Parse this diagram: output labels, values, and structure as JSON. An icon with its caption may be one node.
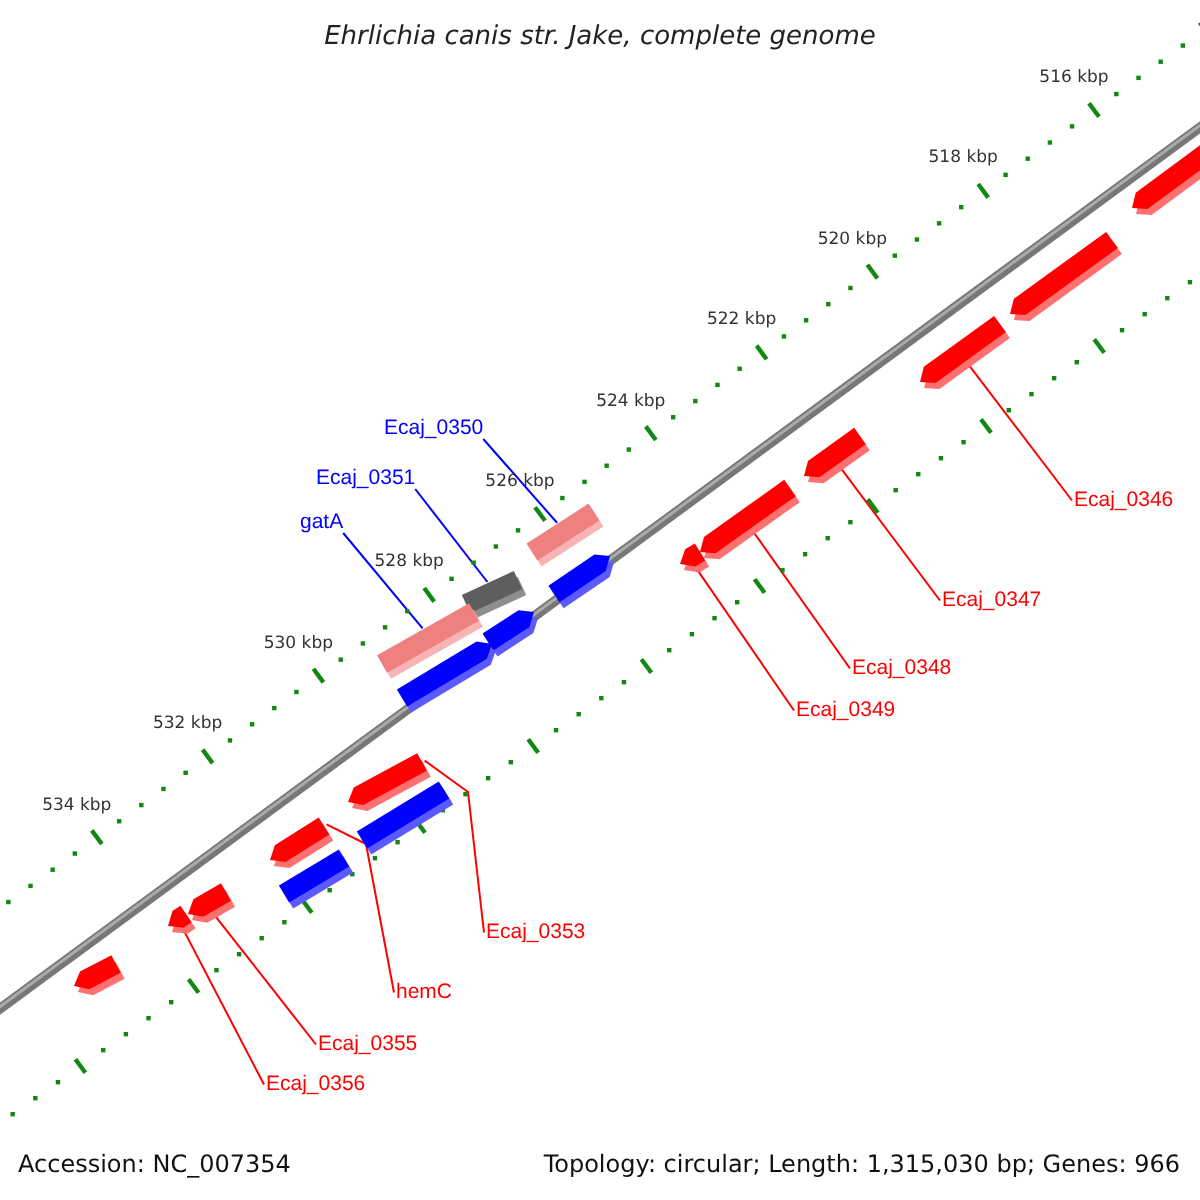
{
  "diagram": {
    "title": "Ehrlichia canis str. Jake, complete genome",
    "nodes": [
      {
        "text": [
          "Ecaj_0350"
        ]
      },
      {
        "text": [
          "Ecaj_0351"
        ]
      },
      {
        "text": [
          "gatA"
        ]
      },
      {
        "text": [
          "Ecaj_0346"
        ]
      },
      {
        "text": [
          "Ecaj_0347"
        ]
      },
      {
        "text": [
          "Ecaj_0348"
        ]
      },
      {
        "text": [
          "Ecaj_0349"
        ]
      },
      {
        "text": [
          "Ecaj_0353"
        ]
      },
      {
        "text": [
          "hemC"
        ]
      },
      {
        "text": [
          "Ecaj_0355"
        ]
      },
      {
        "text": [
          "Ecaj_0356"
        ]
      },
      {
        "text": [],
        "shape": "bar"
      },
      {
        "text": [],
        "shape": "bar"
      },
      {
        "text": [],
        "shape": "bar"
      },
      {
        "text": [],
        "shape": "bar"
      },
      {
        "text": [],
        "shape": "bar"
      },
      {
        "text": [],
        "shape": "bar"
      },
      {
        "text": [],
        "shape": "bar"
      },
      {
        "text": [],
        "shape": "bar"
      },
      {
        "text": [],
        "shape": "bar"
      },
      {
        "text": [],
        "shape": "bar"
      },
      {
        "text": [],
        "shape": "bar"
      },
      {
        "text": [],
        "shape": "bar"
      },
      {
        "text": [],
        "shape": "bar"
      },
      {
        "text": [],
        "shape": "bar"
      },
      {
        "text": [],
        "shape": "bar"
      },
      {
        "text": [],
        "shape": "bar"
      },
      {
        "text": [],
        "shape": "bar"
      },
      {
        "text": [],
        "shape": "bar"
      },
      {
        "text": [],
        "shape": "bar"
      }
    ],
    "edges": [
      {
        "from": 0,
        "to": 17,
        "arrow": "none",
        "color": "#0000ff"
      },
      {
        "from": 1,
        "to": 19,
        "arrow": "none",
        "color": "#0000ff"
      },
      {
        "from": 2,
        "to": 21,
        "arrow": "none",
        "color": "#0000ff"
      },
      {
        "from": 3,
        "to": 13,
        "arrow": "none"
      },
      {
        "from": 4,
        "to": 14,
        "arrow": "none"
      },
      {
        "from": 5,
        "to": 15,
        "arrow": "none"
      },
      {
        "from": 6,
        "to": 16,
        "arrow": "none"
      },
      {
        "from": 7,
        "to": 23,
        "arrow": "none"
      },
      {
        "from": 8,
        "to": 25,
        "arrow": "none"
      },
      {
        "from": 9,
        "to": 27,
        "arrow": "none"
      },
      {
        "from": 10,
        "to": 28,
        "arrow": "none"
      }
    ],
    "labels": [
      "516 kbp",
      "518 kbp",
      "520 kbp",
      "522 kbp",
      "524 kbp",
      "526 kbp",
      "528 kbp",
      "530 kbp",
      "532 kbp",
      "534 kbp",
      "Accession: NC_007354",
      "Topology: circular; Length: 1,315,030 bp; Genes: 966"
    ]
  }
}
